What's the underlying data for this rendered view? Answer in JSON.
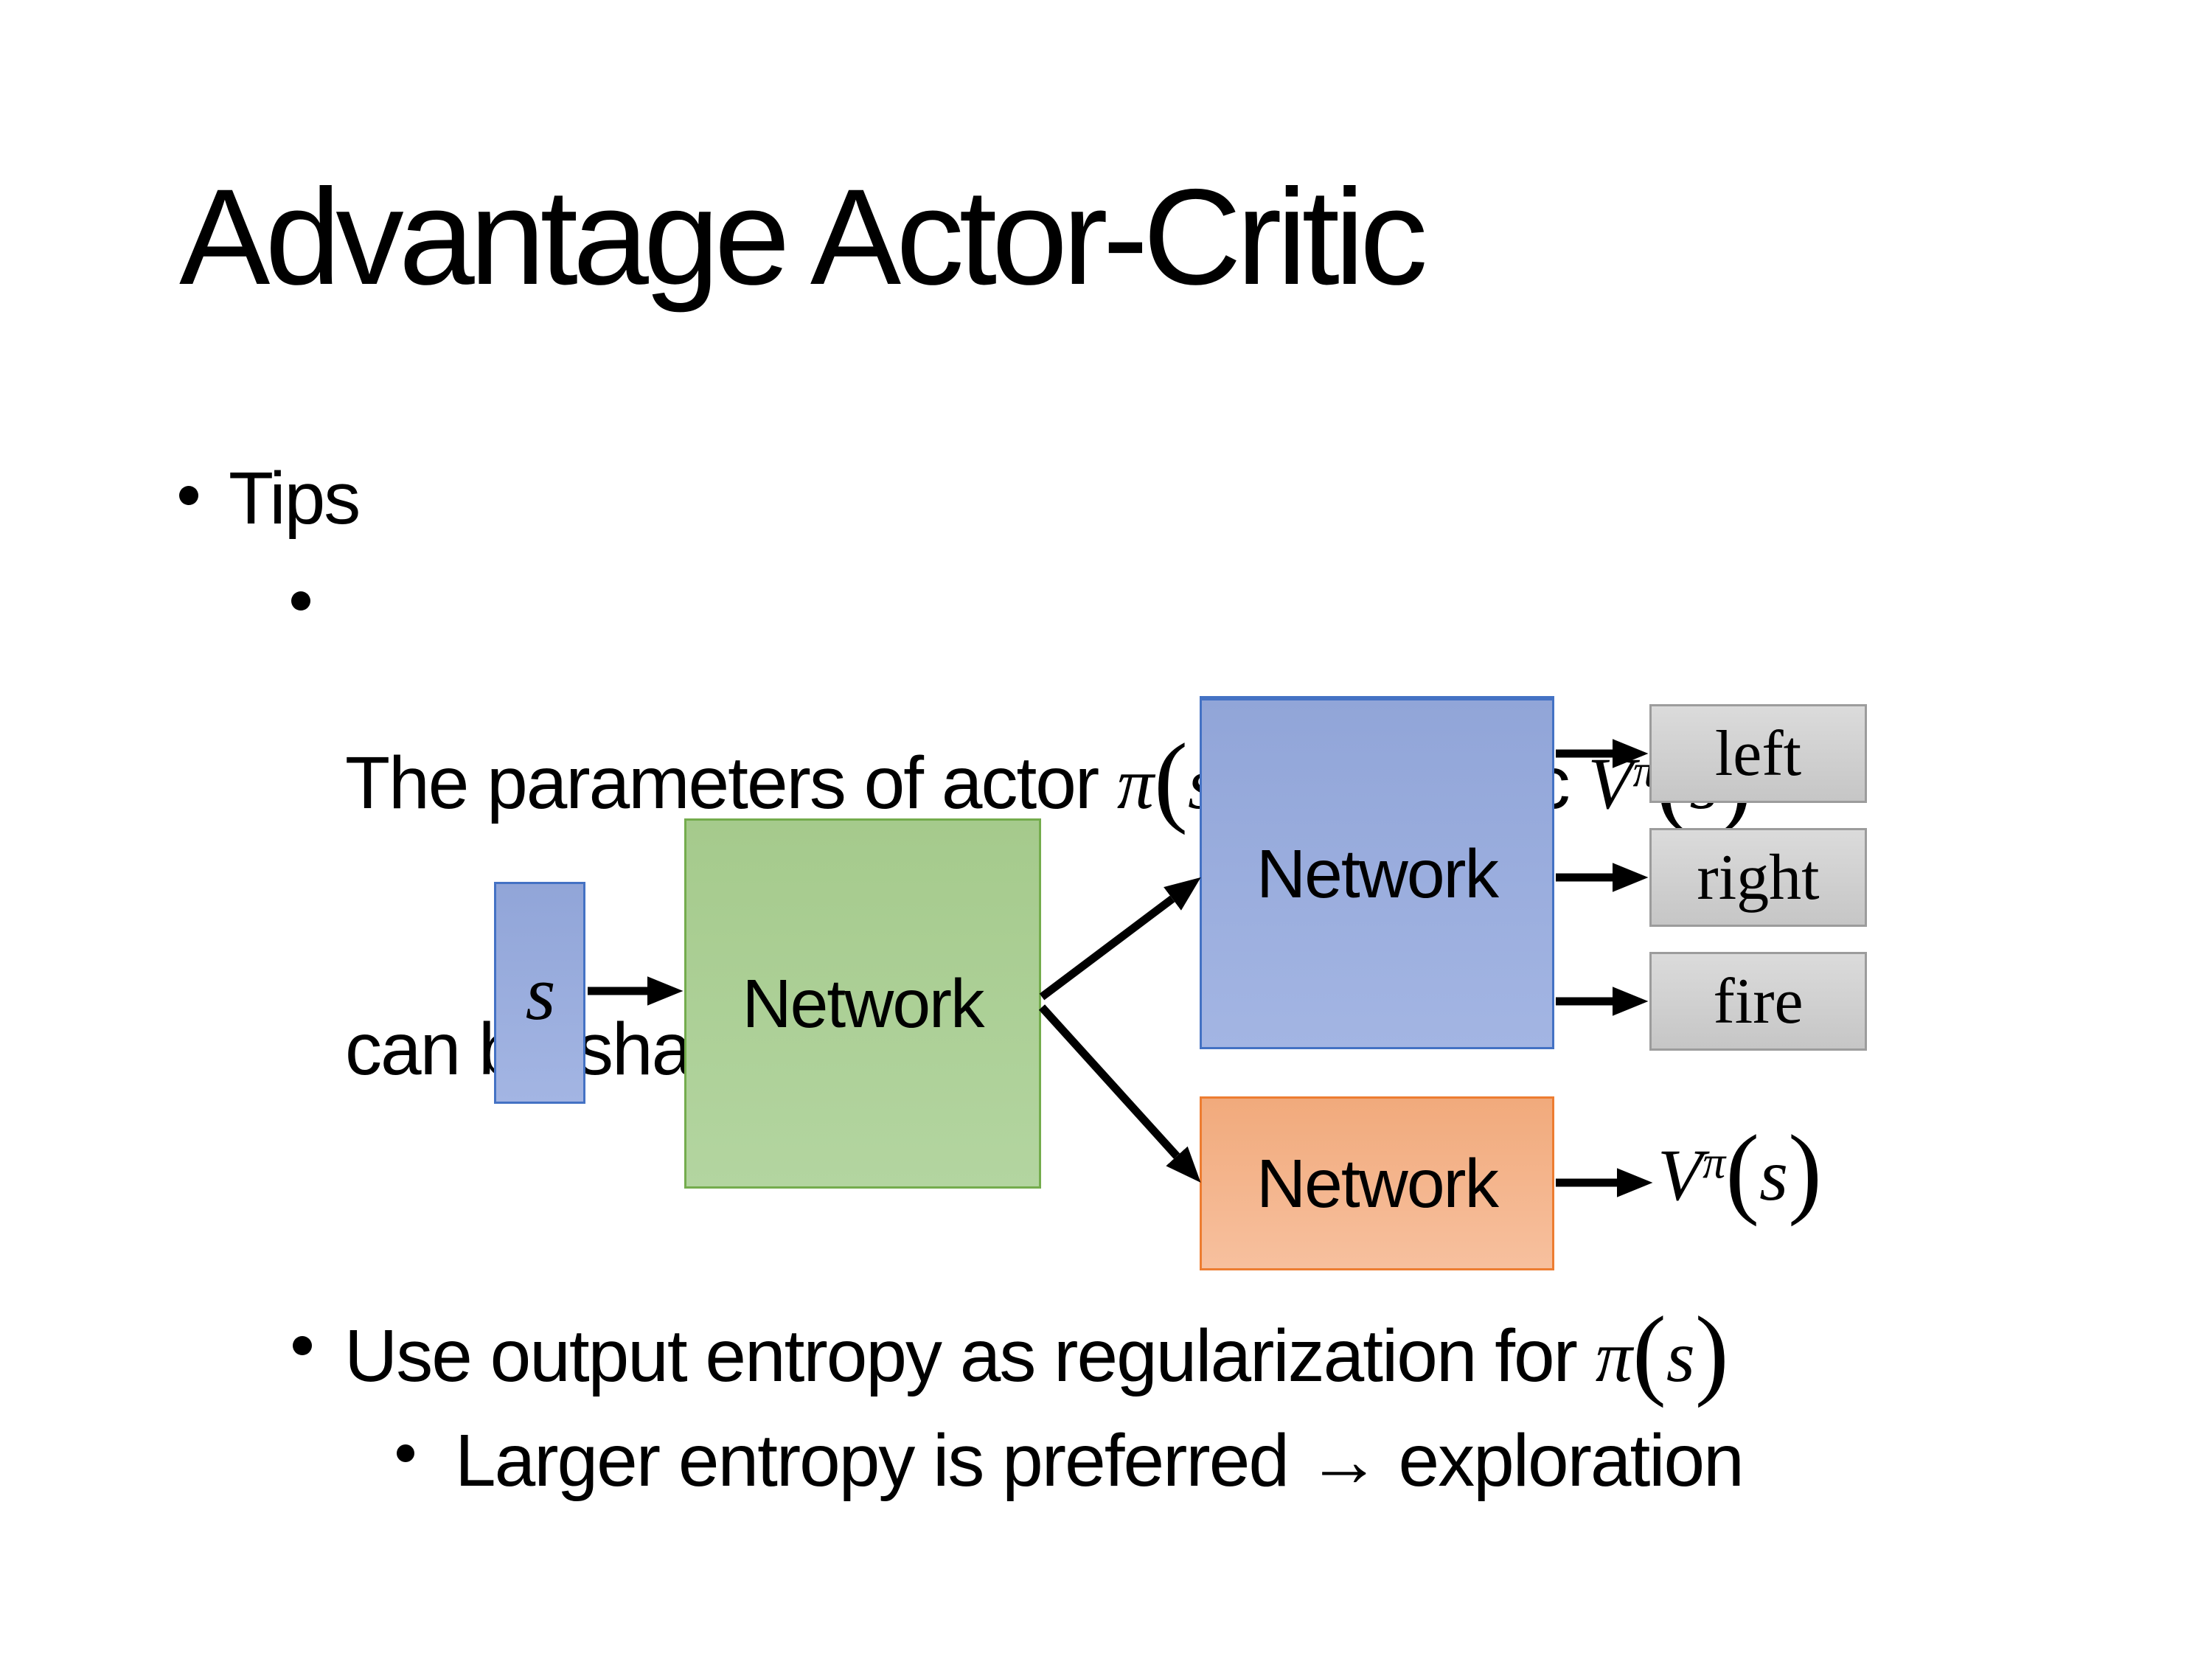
{
  "theme": {
    "background": "#FFFFFF",
    "text_color": "#000000",
    "arrow_color": "#000000",
    "blue_fill_top": "#91A5D8",
    "blue_fill_bottom": "#A3B5E3",
    "blue_border": "#4472C4",
    "green_fill_top": "#A5CA8C",
    "green_fill_bottom": "#B3D5A0",
    "green_border": "#74AC4D",
    "orange_fill_top": "#F1AA7C",
    "orange_fill_bottom": "#F7C09E",
    "orange_border": "#ED7D31",
    "gray_fill_top": "#DBDBDB",
    "gray_fill_bottom": "#C6C6C6",
    "gray_border": "#9C9C9C"
  },
  "slide": {
    "title": "Advantage Actor-Critic",
    "bullets": {
      "tips": "Tips",
      "params_prefix": "The parameters of actor ",
      "params_mid": "  and critic ",
      "params_line2": "can be shared",
      "entropy_prefix": "Use output entropy as regularization for ",
      "exploration": "Larger entropy is preferred → exploration"
    },
    "math": {
      "pi": "π",
      "V": "V",
      "s": "s",
      "open_paren": "(",
      "close_paren": ")"
    }
  },
  "diagram": {
    "input_label": "s",
    "shared_network": "Network",
    "actor_network": "Network",
    "critic_network": "Network",
    "actions": [
      "left",
      "right",
      "fire"
    ]
  }
}
